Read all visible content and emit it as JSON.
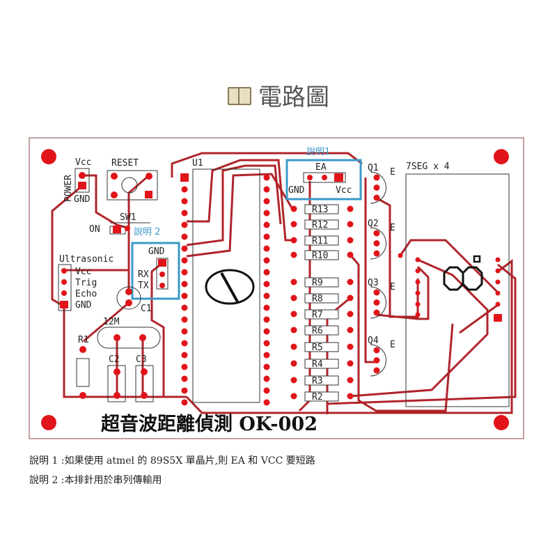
{
  "header": {
    "title": "電路圖",
    "icon": "book-icon"
  },
  "board": {
    "title": "超音波距離偵測 OK-002",
    "trace_color": "#b0242a",
    "pad_color": "#e0141a",
    "note_box_color": "#3a9ac9",
    "labels": {
      "vcc": "Vcc",
      "reset": "RESET",
      "power": "POWER",
      "gnd": "GND",
      "sw1": "SW1",
      "on": "ON",
      "u1": "U1",
      "ultrasonic": "Ultrasonic",
      "us_vcc": "Vcc",
      "trig": "Trig",
      "echo": "Echo",
      "us_gnd": "GND",
      "rx": "RX",
      "tx": "TX",
      "hdr_gnd": "GND",
      "c1": "C1",
      "c2": "C2",
      "c3": "C3",
      "crystal": "12M",
      "r1": "R1",
      "ea": "EA",
      "ea_gnd": "GND",
      "ea_vcc": "Vcc",
      "sevenseg": "7SEG x 4",
      "note1": "說明1",
      "note2": "說明 2",
      "resistors": [
        "R13",
        "R12",
        "R11",
        "R10",
        "R9",
        "R8",
        "R7",
        "R6",
        "R5",
        "R4",
        "R3",
        "R2"
      ],
      "transistors": [
        "Q1",
        "Q2",
        "Q3",
        "Q4"
      ],
      "emitter": "E"
    }
  },
  "notes": [
    "說明 1 :如果使用 atmel 的 89S5X 單晶片,則 EA 和 VCC 要短路",
    "說明 2 :本排針用於串列傳輸用"
  ]
}
